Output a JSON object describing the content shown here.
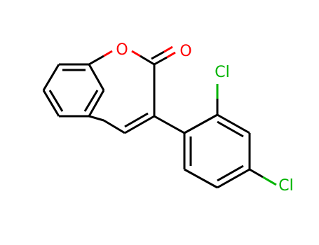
{
  "molecule": {
    "atoms": {
      "ring_oxygen": "O",
      "carbonyl_oxygen": "O",
      "chlorine_ortho": "Cl",
      "chlorine_para": "Cl"
    },
    "colors": {
      "carbon_bond": "#000000",
      "oxygen": "#ff0000",
      "chlorine": "#00b300",
      "background": "#ffffff"
    }
  }
}
